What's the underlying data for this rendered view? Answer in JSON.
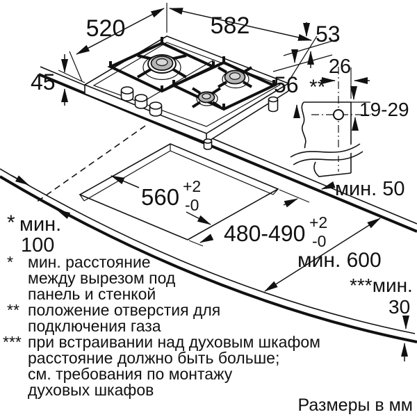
{
  "diagram_labels": {
    "d520": "520",
    "d582": "582",
    "d53": "53",
    "d45": "45",
    "d26": "26",
    "d56": "56",
    "d56_marker": "**",
    "d19_29": "19-29",
    "cutout_width": {
      "main": "560",
      "tol_plus": "+2",
      "tol_minus": "-0"
    },
    "cutout_depth": {
      "main": "480-490",
      "tol_plus": "+2",
      "tol_minus": "-0"
    },
    "min_back_clearance": "мин. 50",
    "min_worktop_depth": "мин. 600",
    "min_side_marker": "*",
    "min_side_line1": "мин.",
    "min_side_line2": "100",
    "min_thickness_line1": "***мин.",
    "min_thickness_line2": "30"
  },
  "footnotes": {
    "r1": {
      "marker": "*",
      "lines": [
        "мин. расстояние",
        "между вырезом под",
        "панель и стенкой"
      ]
    },
    "r2": {
      "marker": "**",
      "lines": [
        "положение отверстия для",
        "подключения газа"
      ]
    },
    "r3": {
      "marker": "***",
      "lines": [
        "при встраивании над духовым шкафом",
        "расстояние должно быть больше;",
        "см. требования по монтажу",
        "духовых шкафов"
      ]
    }
  },
  "units_note": "Размеры в мм",
  "colors": {
    "ink": "#111111",
    "burner_cap": "#b5b5b5",
    "burner_inner": "#d8d8d8",
    "background": "#ffffff"
  }
}
